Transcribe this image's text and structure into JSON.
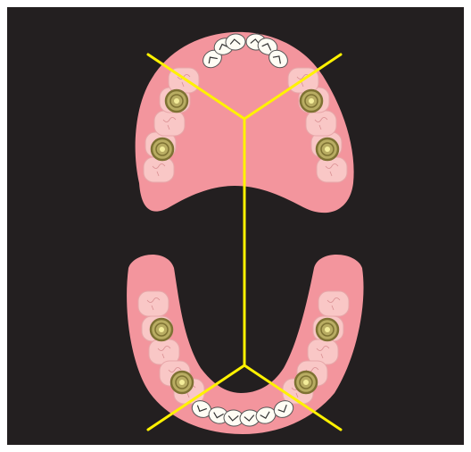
{
  "diagram": {
    "background_color": "#231f20",
    "gum_color": "#f3959d",
    "gum_stroke_color": "#f7b7bc",
    "molar_color": "#f9c7c6",
    "incisor_color": "#fffdf4",
    "guide_line_color": "#fff200",
    "marker_color": "#b8ac62",
    "marker_ring_color": "#7e7233",
    "marker_center_color": "#f3ed9a",
    "upper_arch": {
      "molars": [
        "molar-18",
        "molar-17",
        "molar-16",
        "molar-15",
        "molar-14",
        "molar-24",
        "molar-25",
        "molar-26",
        "molar-27",
        "molar-28"
      ],
      "front_teeth": [
        "tooth-13",
        "tooth-12",
        "tooth-11",
        "tooth-21",
        "tooth-22",
        "tooth-23"
      ],
      "markers": [
        "marker-upper-left-1",
        "marker-upper-left-2",
        "marker-upper-right-1",
        "marker-upper-right-2"
      ]
    },
    "lower_arch": {
      "molars": [
        "molar-48",
        "molar-47",
        "molar-46",
        "molar-45",
        "molar-44",
        "molar-34",
        "molar-35",
        "molar-36",
        "molar-37",
        "molar-38"
      ],
      "front_teeth": [
        "tooth-43",
        "tooth-42",
        "tooth-41",
        "tooth-31",
        "tooth-32",
        "tooth-33"
      ],
      "markers": [
        "marker-lower-left-1",
        "marker-lower-left-2",
        "marker-lower-right-1",
        "marker-lower-right-2"
      ]
    }
  }
}
